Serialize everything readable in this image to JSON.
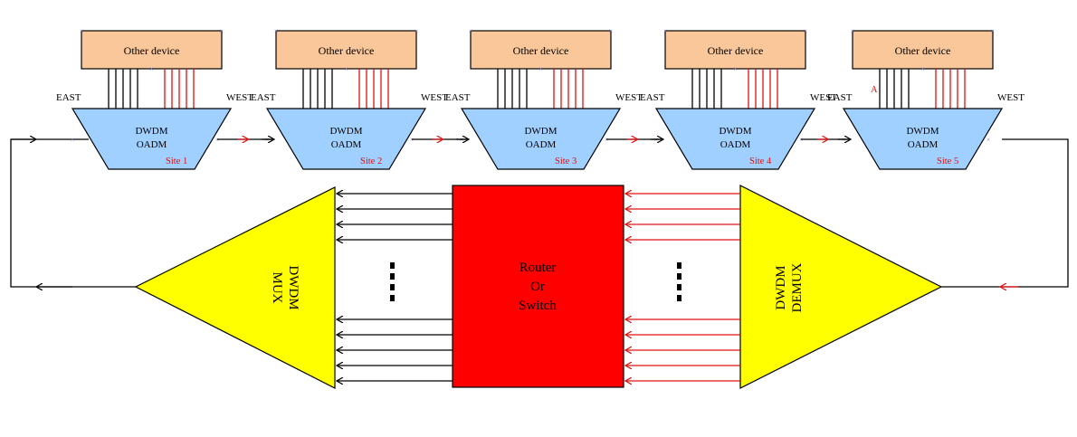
{
  "colors": {
    "device_fill": "#f9c79a",
    "oadm_fill": "#9fd0ff",
    "router_fill": "#ff0000",
    "triangle_fill": "#ffff00",
    "black_line": "#000000",
    "red_line": "#e01010",
    "node_marker": "#8a8ad8"
  },
  "sites": [
    {
      "device_label": "Other device",
      "east": "EAST",
      "west": "WEST",
      "oadm_line1": "DWDM",
      "oadm_line2": "OADM",
      "site_label": "Site 1",
      "marker": ""
    },
    {
      "device_label": "Other device",
      "east": "EAST",
      "west": "WEST",
      "oadm_line1": "DWDM",
      "oadm_line2": "OADM",
      "site_label": "Site 2",
      "marker": ""
    },
    {
      "device_label": "Other device",
      "east": "EAST",
      "west": "WEST",
      "oadm_line1": "DWDM",
      "oadm_line2": "OADM",
      "site_label": "Site 3",
      "marker": ""
    },
    {
      "device_label": "Other device",
      "east": "EAST",
      "west": "WEST",
      "oadm_line1": "DWDM",
      "oadm_line2": "OADM",
      "site_label": "Site 4",
      "marker": ""
    },
    {
      "device_label": "Other device",
      "east": "EAST",
      "west": "WEST",
      "oadm_line1": "DWDM",
      "oadm_line2": "OADM",
      "site_label": "Site 5",
      "marker": "A"
    }
  ],
  "router": {
    "line1": "Router",
    "line2": "Or",
    "line3": "Switch"
  },
  "mux": {
    "line1": "DWDM",
    "line2": "MUX"
  },
  "demux": {
    "line1": "DWDM",
    "line2": "DEMUX"
  }
}
